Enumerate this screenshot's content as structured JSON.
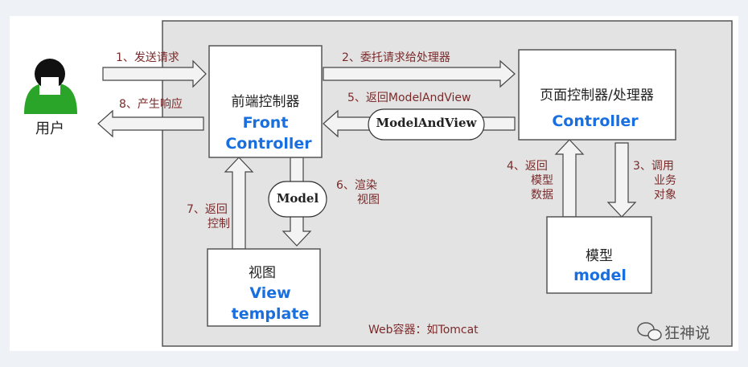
{
  "user": {
    "label": "用户"
  },
  "nodes": {
    "front": {
      "cn": "前端控制器",
      "en1": "Front",
      "en2": "Controller"
    },
    "page": {
      "cn": "页面控制器/处理器",
      "en": "Controller"
    },
    "view": {
      "cn": "视图",
      "en1": "View",
      "en2": "template"
    },
    "model": {
      "cn": "模型",
      "en": "model"
    }
  },
  "bubbles": {
    "model_and_view": "ModelAndView",
    "model": "Model"
  },
  "steps": {
    "s1": "1、发送请求",
    "s2": "2、委托请求给处理器",
    "s3a": "3、调用",
    "s3b": "业务",
    "s3c": "对象",
    "s4a": "4、返回",
    "s4b": "模型",
    "s4c": "数据",
    "s5": "5、返回ModelAndView",
    "s6a": "6、渲染",
    "s6b": "视图",
    "s7a": "7、返回",
    "s7b": "控制",
    "s8": "8、产生响应"
  },
  "container_label": "Web容器：如Tomcat",
  "watermark": "狂神说",
  "colors": {
    "accent_blue": "#1a6fe0",
    "step_text": "#7a2a2a",
    "container_bg": "#e3e3e3",
    "user_green": "#2aa52a"
  }
}
